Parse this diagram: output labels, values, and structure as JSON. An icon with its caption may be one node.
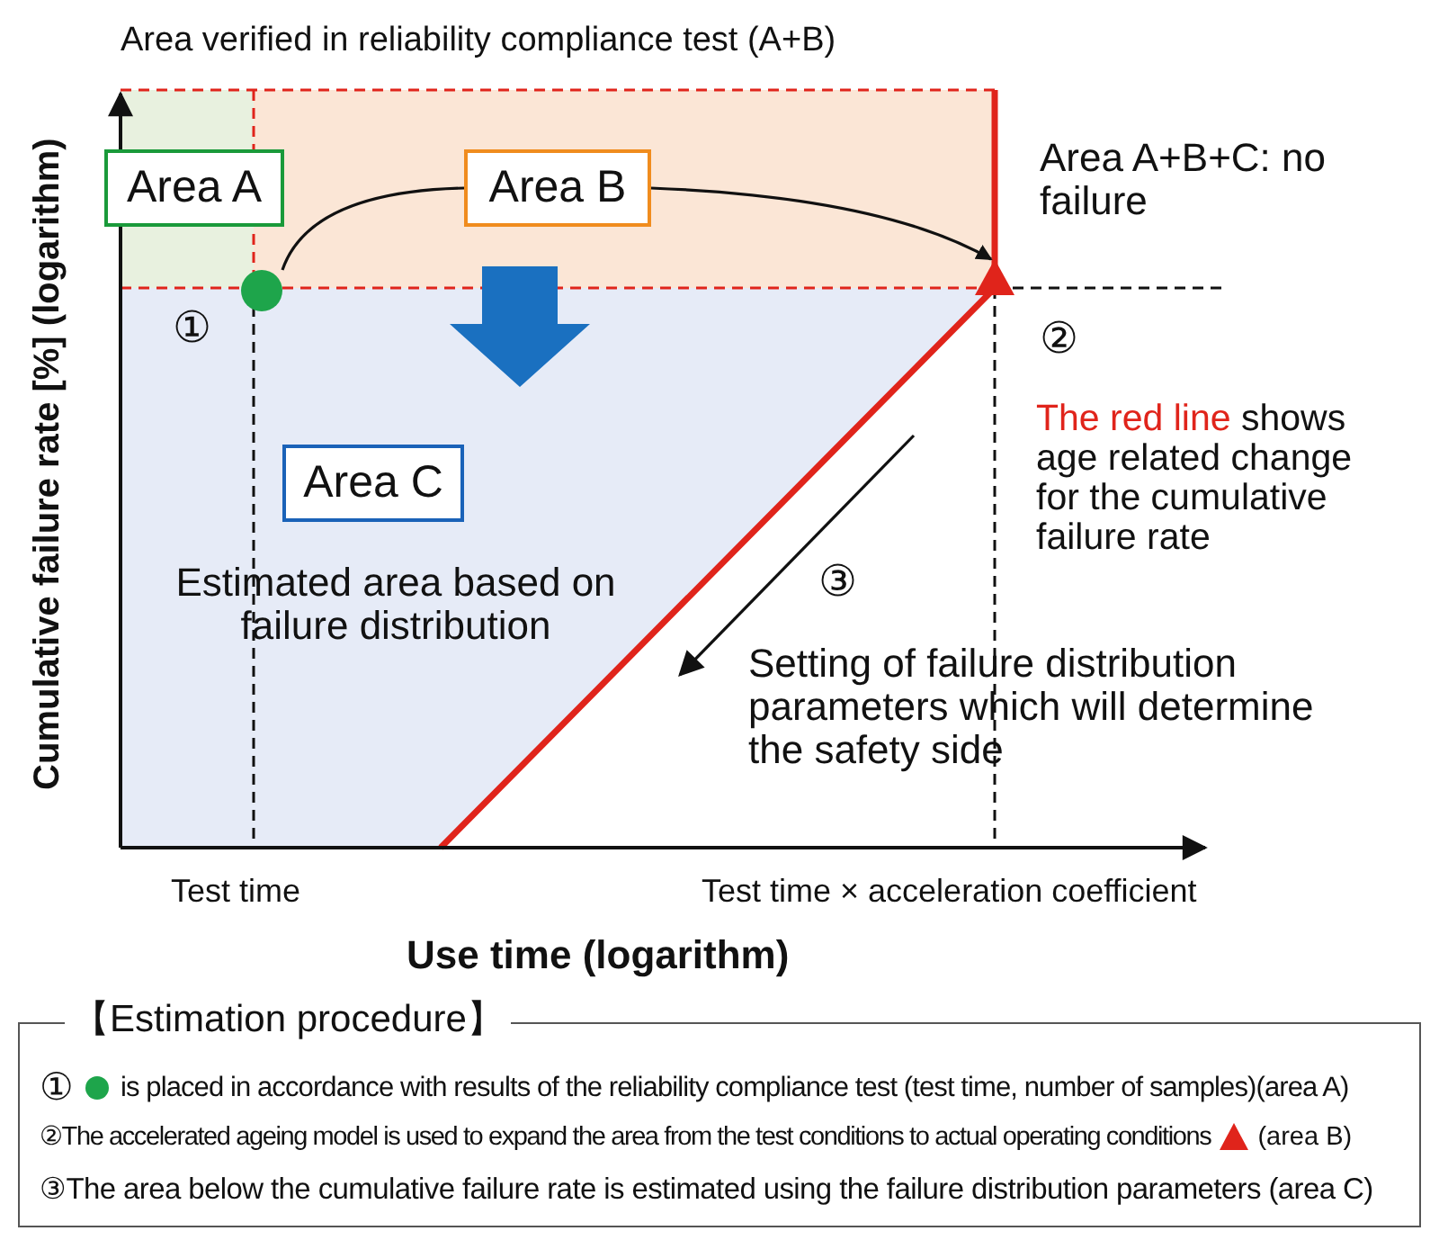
{
  "diagram": {
    "nodes": [
      {
        "text": [
          "Area A"
        ]
      },
      {
        "text": [
          "Area B"
        ]
      },
      {
        "text": [],
        "shape": "circle"
      },
      {
        "text": [],
        "shape": "triangle"
      },
      {
        "text": [
          "Area C"
        ]
      }
    ],
    "edges": [
      {
        "from": 2,
        "to": 1,
        "arrow": "none"
      },
      {
        "from": 1,
        "to": 3,
        "arrow": "to"
      }
    ],
    "labels": [
      "Area verified in reliability compliance test (A+B)",
      "Area A+B+C: no failure",
      "①",
      "②",
      "The red line",
      "shows age related change for the cumulative failure rate",
      "③",
      "Estimated area based on failure distribution",
      "Setting of failure distribution parameters which will determine the safety side",
      "Test time",
      "Test time × acceleration coefficient",
      "Use time (logarithm)",
      "Cumulative failure rate [%] (logarithm)",
      "【Estimation procedure】",
      "①",
      "is placed in accordance with results of the reliability compliance test (test time, number of samples)(area A)",
      "②The accelerated ageing model is used to expand the area from the test conditions to actual operating conditions",
      "(area B)",
      "③The area below the cumulative failure rate is estimated using the failure distribution parameters (area C)"
    ]
  }
}
